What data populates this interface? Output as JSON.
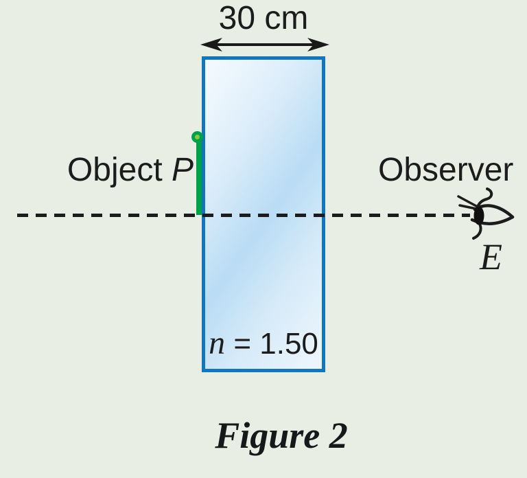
{
  "diagram": {
    "type": "optics-glass-block",
    "caption": "Figure 2",
    "width_dimension": {
      "label": "30 cm",
      "icon": "double-headed-arrow-icon"
    },
    "glass_block": {
      "refractive_index_variable": "n",
      "refractive_index_value": " = 1.50",
      "border_color": "#1176bd",
      "fill_color_light": "#f2f9fe",
      "fill_color_mid": "#b9dcf4"
    },
    "object": {
      "label_prefix": "Object ",
      "label_symbol": "P",
      "pin_color": "#00a14b",
      "pin_head_center_color": "#8dc63f"
    },
    "observer": {
      "label": "Observer",
      "eye_point_label": "E",
      "icon": "eye-icon"
    },
    "axis": {
      "style": "dashed",
      "color": "#1c1c1c"
    },
    "background_color": "#e8eee3"
  }
}
